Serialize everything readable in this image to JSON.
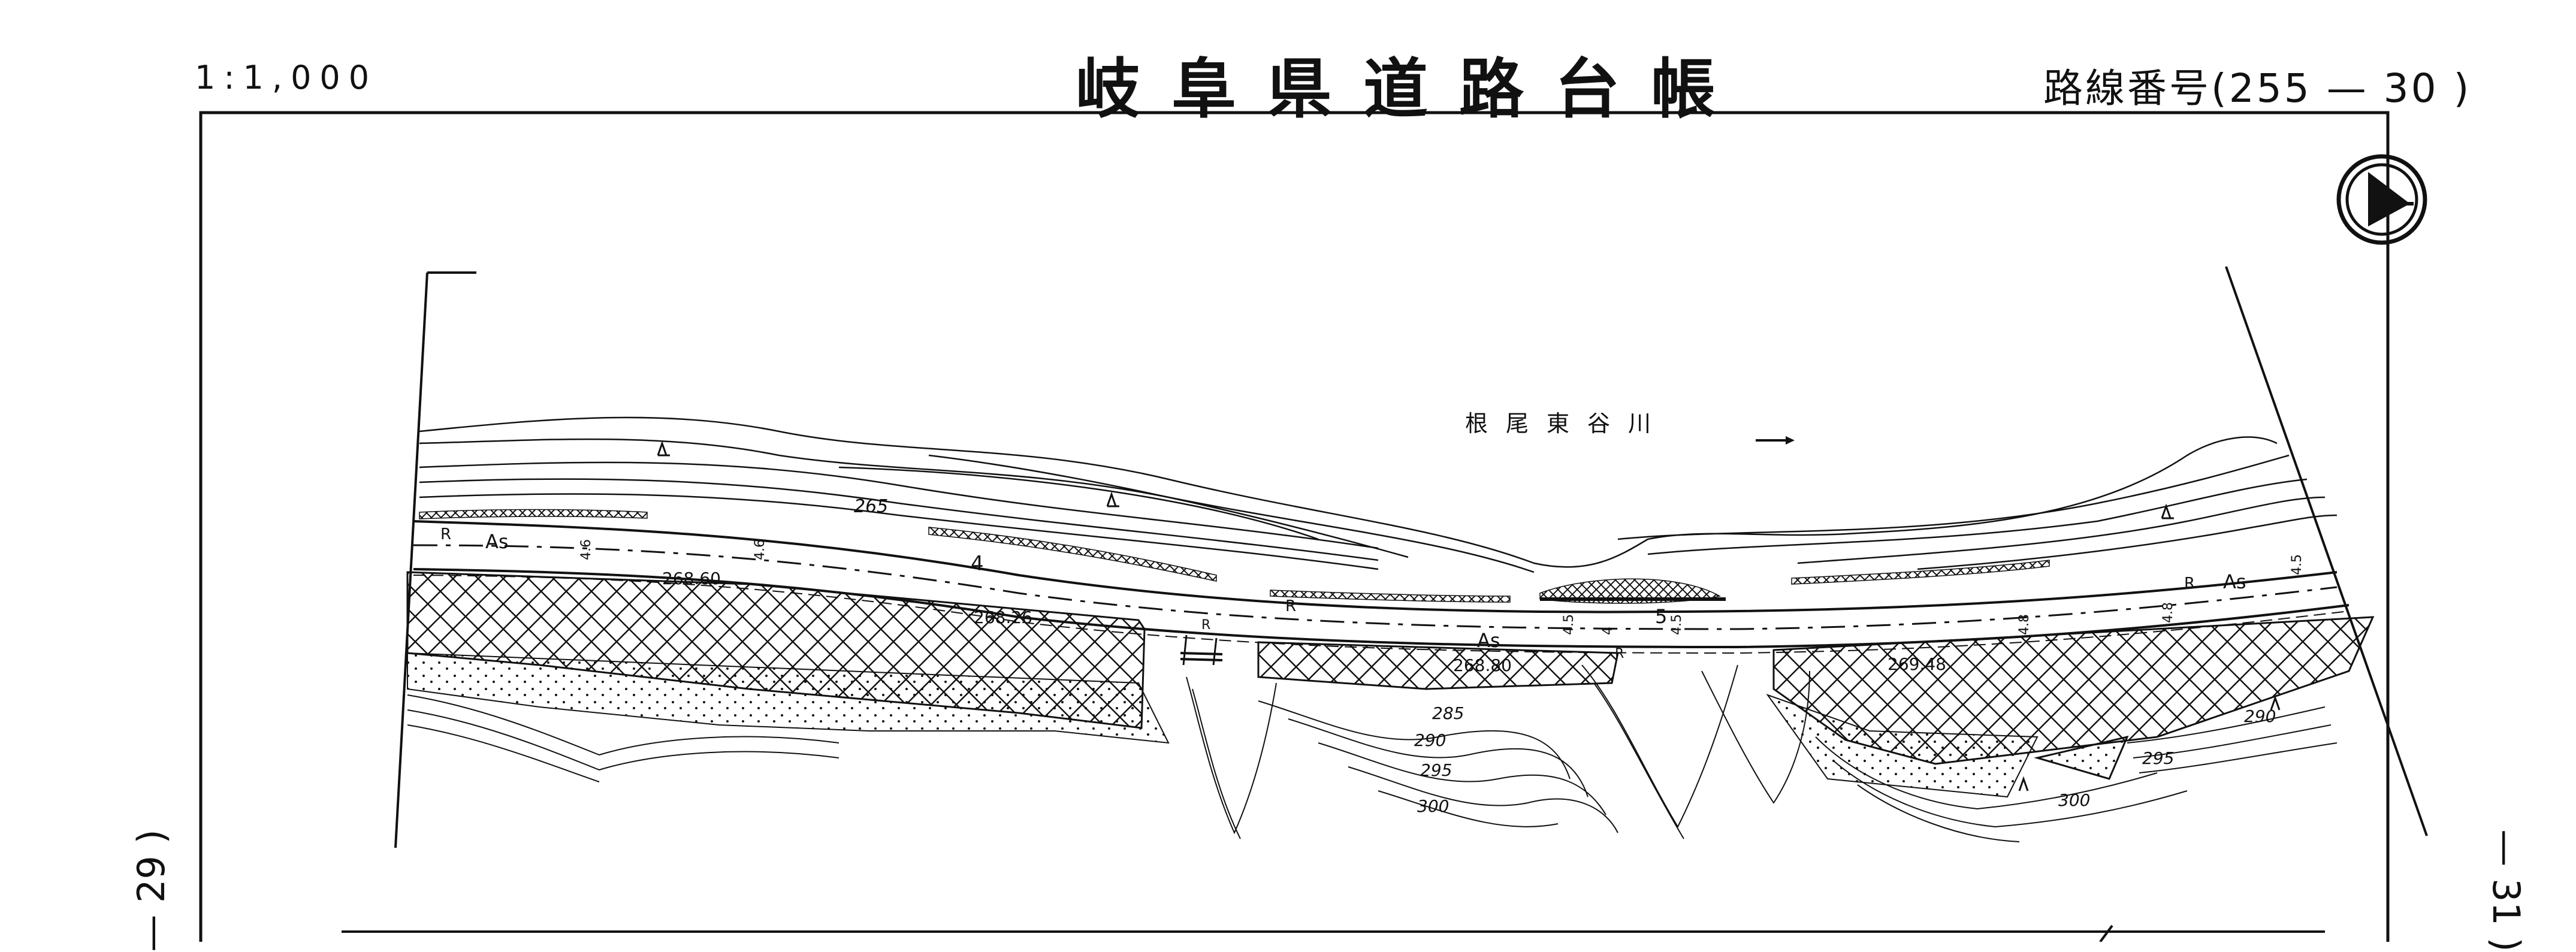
{
  "header": {
    "scale": "1:1,000",
    "title": "岐阜県道路台帳",
    "route_label": "路線番号(255 — 30  )"
  },
  "side_labels": {
    "left": "— 29 )",
    "right": "— 31 )"
  },
  "map": {
    "river_name": "根尾東谷川",
    "road_labels": [
      "R",
      "As",
      "R",
      "As",
      "R",
      "As",
      "R",
      "R"
    ],
    "widths": [
      "4.6",
      "4.6",
      "4",
      "4.5",
      "4",
      "5",
      "4.5",
      "4.8",
      "4.8",
      "4.5"
    ],
    "elevations": [
      "268.60",
      "268.26",
      "268.80",
      "269.48"
    ],
    "contours": [
      "265",
      "285",
      "290",
      "295",
      "300",
      "290",
      "295",
      "300"
    ],
    "colors": {
      "ink": "#111111",
      "paper": "#ffffff"
    },
    "symbols": [
      "north-arrow-icon",
      "flow-arrow-icon",
      "grass-symbol-icon"
    ]
  }
}
